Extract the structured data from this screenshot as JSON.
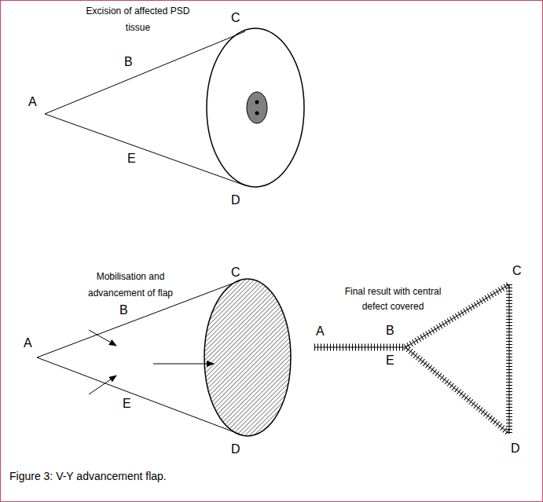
{
  "diagram": {
    "caption": "Figure 3: V-Y advancement flap.",
    "labels": [
      "Excision of affected PSD tissue",
      "C",
      "B",
      "A",
      "E",
      "D",
      "Mobilisation and advancement of flap",
      "C",
      "B",
      "A",
      "E",
      "D",
      "Final result with central defect covered",
      "C",
      "A",
      "B",
      "E",
      "D"
    ]
  }
}
